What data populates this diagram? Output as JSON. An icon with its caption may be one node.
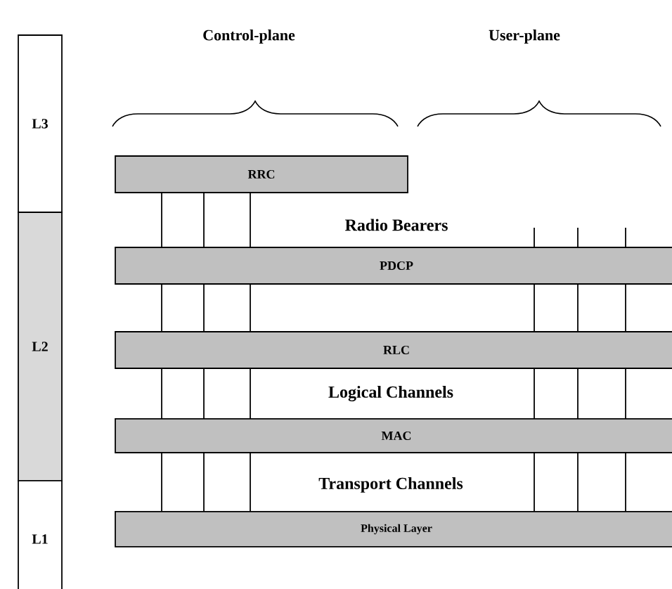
{
  "diagram": {
    "nodes": [
      {
        "text": [
          "L3"
        ]
      },
      {
        "text": [
          "L2"
        ]
      },
      {
        "text": [
          "L1"
        ]
      },
      {
        "text": [
          "RRC"
        ]
      },
      {
        "text": [
          "PDCP"
        ]
      },
      {
        "text": [
          "RLC"
        ]
      },
      {
        "text": [
          "MAC"
        ]
      },
      {
        "text": [
          "Physical Layer"
        ]
      }
    ],
    "edges": [
      {
        "from": 3,
        "to": 4,
        "arrow": "none"
      },
      {
        "from": 3,
        "to": 4,
        "arrow": "none"
      },
      {
        "from": 3,
        "to": 4,
        "arrow": "none"
      },
      {
        "from": null,
        "to": 4,
        "arrow": "none"
      },
      {
        "from": null,
        "to": 4,
        "arrow": "none"
      },
      {
        "from": null,
        "to": 4,
        "arrow": "none"
      },
      {
        "from": 4,
        "to": 5,
        "arrow": "none"
      },
      {
        "from": 4,
        "to": 5,
        "arrow": "none"
      },
      {
        "from": 4,
        "to": 5,
        "arrow": "none"
      },
      {
        "from": 4,
        "to": 5,
        "arrow": "none"
      },
      {
        "from": 4,
        "to": 5,
        "arrow": "none"
      },
      {
        "from": 4,
        "to": 5,
        "arrow": "none"
      },
      {
        "from": 5,
        "to": 6,
        "arrow": "none"
      },
      {
        "from": 5,
        "to": 6,
        "arrow": "none"
      },
      {
        "from": 5,
        "to": 6,
        "arrow": "none"
      },
      {
        "from": 5,
        "to": 6,
        "arrow": "none"
      },
      {
        "from": 5,
        "to": 6,
        "arrow": "none"
      },
      {
        "from": 5,
        "to": 6,
        "arrow": "none"
      },
      {
        "from": 6,
        "to": 7,
        "arrow": "none"
      },
      {
        "from": 6,
        "to": 7,
        "arrow": "none"
      },
      {
        "from": 6,
        "to": 7,
        "arrow": "none"
      },
      {
        "from": 6,
        "to": 7,
        "arrow": "none"
      },
      {
        "from": 6,
        "to": 7,
        "arrow": "none"
      },
      {
        "from": 6,
        "to": 7,
        "arrow": "none"
      }
    ],
    "labels": [
      "Control-plane",
      "User-plane",
      "Radio Bearers",
      "Logical Channels",
      "Transport Channels"
    ]
  }
}
